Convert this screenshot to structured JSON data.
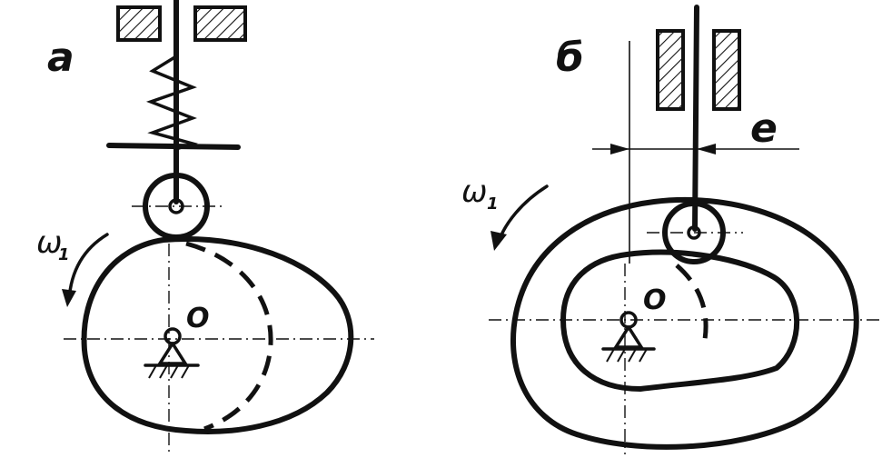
{
  "figure_a": {
    "label": "a",
    "omega_main": "ω",
    "omega_sub": "1",
    "center_label": "O"
  },
  "figure_b": {
    "label": "б",
    "omega_main": "ω",
    "omega_sub": "1",
    "center_label": "O",
    "offset_label": "e"
  }
}
